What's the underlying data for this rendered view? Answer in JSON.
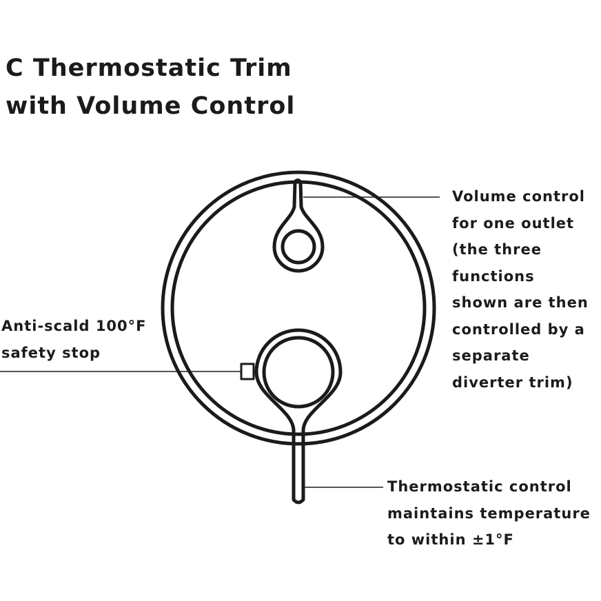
{
  "title": {
    "line1": "C Thermostatic Trim",
    "line2": "with Volume Control"
  },
  "callouts": {
    "volume_control": {
      "lines": [
        "Volume control",
        "for one outlet",
        "(the three",
        "functions",
        "shown are then",
        "controlled by a",
        "separate",
        "diverter trim)"
      ]
    },
    "anti_scald": {
      "lines": [
        "Anti-scald 100°F",
        "safety stop"
      ]
    },
    "thermostatic_control": {
      "lines": [
        "Thermostatic control",
        "maintains temperature",
        "to within ±1°F"
      ]
    }
  },
  "colors": {
    "ink": "#1b1b1b",
    "background": "#ffffff"
  }
}
